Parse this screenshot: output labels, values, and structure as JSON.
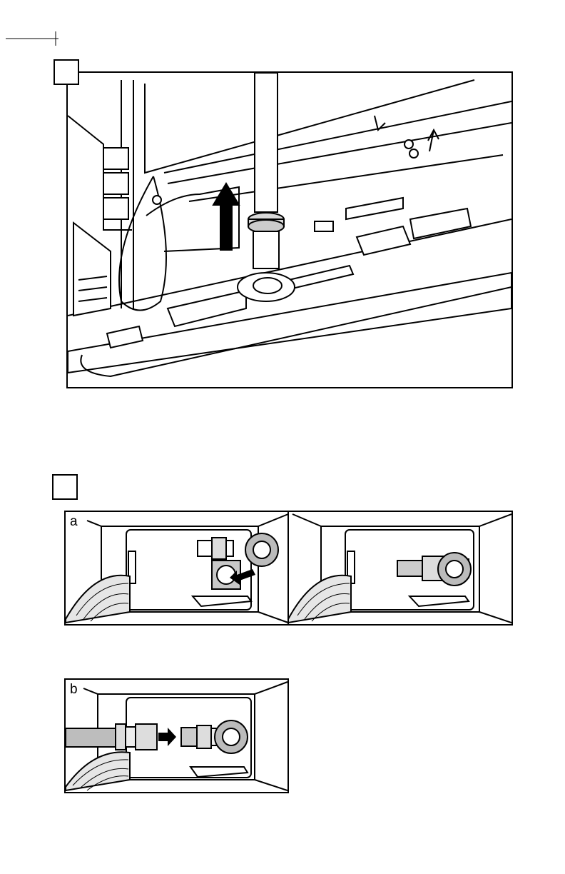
{
  "step_markers": [
    {
      "id": "step-1",
      "label": ""
    },
    {
      "id": "step-2",
      "label": ""
    }
  ],
  "figures": {
    "top": {
      "description_visible": false
    },
    "panel_a": {
      "label": "a"
    },
    "panel_b": {
      "label": "b"
    }
  },
  "icons": [
    "cut-mark-icon",
    "arrow-up-icon",
    "arrow-right-icon",
    "arrow-left-icon"
  ],
  "colors": {
    "ink": "#000000",
    "paper": "#ffffff",
    "shade": "#d9d9d9",
    "mid": "#a8a8a8"
  }
}
